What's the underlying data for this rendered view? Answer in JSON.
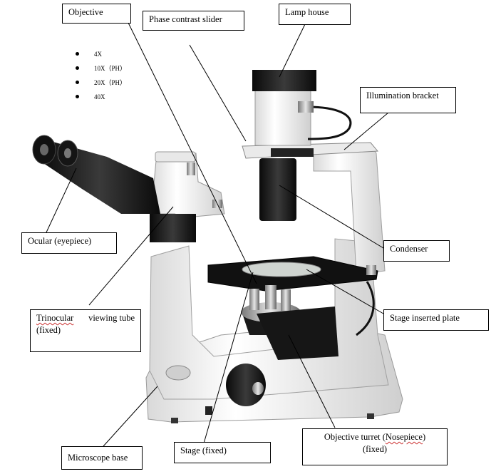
{
  "labels": {
    "objective": "Objective",
    "phase_slider": "Phase contrast slider",
    "lamp_house": "Lamp house",
    "illumination_bracket": "Illumination bracket",
    "ocular": "Ocular (eyepiece)",
    "condenser": "Condenser",
    "stage_plate": "Stage inserted plate",
    "trinocular": "Trinocular viewing tube (fixed)",
    "trinocular_word": "Trinocular",
    "trinocular_rest": "viewing tube",
    "trinocular_line2": "(fixed)",
    "base": "Microscope base",
    "stage": "Stage (fixed)",
    "turret_line1_pre": "Objective turret (",
    "turret_line1_word": "Nosepiece",
    "turret_line1_post": ")",
    "turret_line2": "(fixed)"
  },
  "objective_list": [
    "4X",
    "10X（PH）",
    "20X（PH）",
    "40X"
  ],
  "colors": {
    "body": "#f2f2f2",
    "dark": "#1a1a1a",
    "line": "#000000"
  }
}
